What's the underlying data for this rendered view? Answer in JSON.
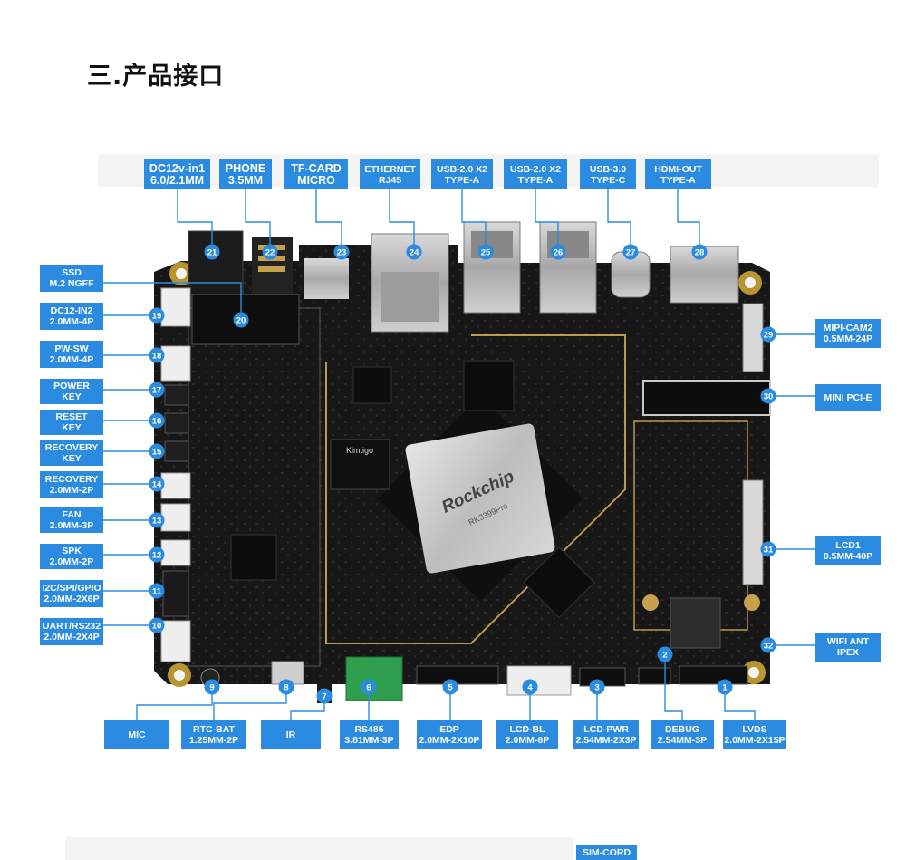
{
  "page": {
    "heading": "三.产品接口"
  },
  "board": {
    "chip_brand": "Rockchip",
    "chip_model": "RK3399Pro",
    "memory_brand": "Kimtigo"
  },
  "colors": {
    "label_blue": "#2b8be0",
    "board_black": "#161616",
    "callout_line": "#2b8be0"
  },
  "callouts": [
    {
      "id": 1,
      "num": "1",
      "lines": [
        "LVDS",
        "2.0MM-2X15P"
      ]
    },
    {
      "id": 2,
      "num": "2",
      "lines": [
        "DEBUG",
        "2.54MM-3P"
      ]
    },
    {
      "id": 3,
      "num": "3",
      "lines": [
        "LCD-PWR",
        "2.54MM-2X3P"
      ]
    },
    {
      "id": 4,
      "num": "4",
      "lines": [
        "LCD-BL",
        "2.0MM-6P"
      ]
    },
    {
      "id": 5,
      "num": "5",
      "lines": [
        "EDP",
        "2.0MM-2X10P"
      ]
    },
    {
      "id": 6,
      "num": "6",
      "lines": [
        "RS485",
        "3.81MM-3P"
      ]
    },
    {
      "id": 7,
      "num": "7",
      "lines": [
        "IR"
      ]
    },
    {
      "id": 8,
      "num": "8",
      "lines": [
        "RTC-BAT",
        "1.25MM-2P"
      ]
    },
    {
      "id": 9,
      "num": "9",
      "lines": [
        "MIC"
      ]
    },
    {
      "id": 10,
      "num": "10",
      "lines": [
        "UART/RS232",
        "2.0MM-2X4P"
      ]
    },
    {
      "id": 11,
      "num": "11",
      "lines": [
        "I2C/SPI/GPIO",
        "2.0MM-2X6P"
      ]
    },
    {
      "id": 12,
      "num": "12",
      "lines": [
        "SPK",
        "2.0MM-2P"
      ]
    },
    {
      "id": 13,
      "num": "13",
      "lines": [
        "FAN",
        "2.0MM-3P"
      ]
    },
    {
      "id": 14,
      "num": "14",
      "lines": [
        "RECOVERY",
        "2.0MM-2P"
      ]
    },
    {
      "id": 15,
      "num": "15",
      "lines": [
        "RECOVERY",
        "KEY"
      ]
    },
    {
      "id": 16,
      "num": "16",
      "lines": [
        "RESET",
        "KEY"
      ]
    },
    {
      "id": 17,
      "num": "17",
      "lines": [
        "POWER",
        "KEY"
      ]
    },
    {
      "id": 18,
      "num": "18",
      "lines": [
        "PW-SW",
        "2.0MM-4P"
      ]
    },
    {
      "id": 19,
      "num": "19",
      "lines": [
        "DC12-IN2",
        "2.0MM-4P"
      ]
    },
    {
      "id": 20,
      "num": "20",
      "lines": [
        "SSD",
        "M.2 NGFF"
      ]
    },
    {
      "id": 21,
      "num": "21",
      "lines": [
        "DC12v-in1",
        "6.0/2.1MM"
      ]
    },
    {
      "id": 22,
      "num": "22",
      "lines": [
        "PHONE",
        "3.5MM"
      ]
    },
    {
      "id": 23,
      "num": "23",
      "lines": [
        "TF-CARD",
        "MICRO"
      ]
    },
    {
      "id": 24,
      "num": "24",
      "lines": [
        "ETHERNET",
        "RJ45"
      ]
    },
    {
      "id": 25,
      "num": "25",
      "lines": [
        "USB-2.0 X2",
        "TYPE-A"
      ]
    },
    {
      "id": 26,
      "num": "26",
      "lines": [
        "USB-2.0 X2",
        "TYPE-A"
      ]
    },
    {
      "id": 27,
      "num": "27",
      "lines": [
        "USB-3.0",
        "TYPE-C"
      ]
    },
    {
      "id": 28,
      "num": "28",
      "lines": [
        "HDMI-OUT",
        "TYPE-A"
      ]
    },
    {
      "id": 29,
      "num": "29",
      "lines": [
        "MIPI-CAM2",
        "0.5MM-24P"
      ]
    },
    {
      "id": 30,
      "num": "30",
      "lines": [
        "MINI PCI-E"
      ]
    },
    {
      "id": 31,
      "num": "31",
      "lines": [
        "LCD1",
        "0.5MM-40P"
      ]
    },
    {
      "id": 32,
      "num": "32",
      "lines": [
        "WIFI ANT",
        "IPEX"
      ]
    }
  ],
  "extra_label": "SIM-CORD"
}
